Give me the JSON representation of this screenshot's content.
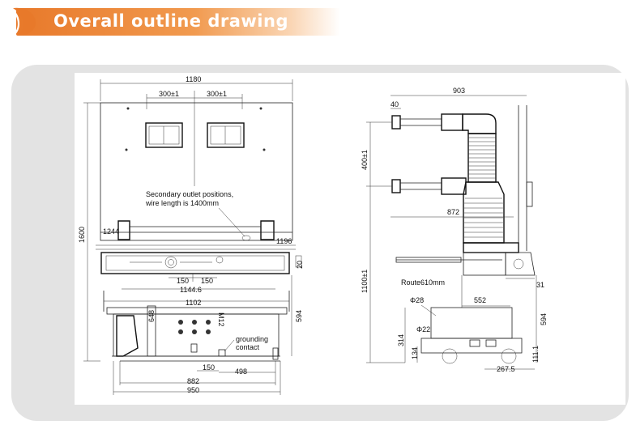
{
  "header": {
    "title": "Overall outline drawing",
    "accent_color": "#e8792a",
    "badge_icon": "swoosh-badge-icon"
  },
  "front_view": {
    "dim_width_top": "1180",
    "dim_pitch_left": "300±1",
    "dim_pitch_right": "300±1",
    "dim_height": "1600",
    "dim_1244": "1244",
    "dim_1196": "1196",
    "dim_150_left": "150",
    "dim_150_right": "150",
    "dim_1144": "1144.6",
    "dim_1102": "1102",
    "dim_648": "648",
    "dim_594": "594",
    "dim_150_bottom": "150",
    "dim_498": "498",
    "dim_882": "882",
    "dim_950": "950",
    "dim_small_20": "20",
    "dim_m12": "M12",
    "callout_secondary": "Secondary outlet positions,",
    "callout_wire": "wire length is 1400mm",
    "callout_grounding_1": "grounding",
    "callout_grounding_2": "contact"
  },
  "side_view": {
    "dim_903": "903",
    "dim_40": "40",
    "dim_400": "400±1",
    "dim_872": "872",
    "dim_1100": "1100±1",
    "route_label": "Route610mm",
    "dim_31": "31",
    "dim_phi28": "Φ28",
    "dim_552": "552",
    "dim_phi22": "Φ22",
    "dim_594": "594",
    "dim_314": "314",
    "dim_134": "134",
    "dim_111": "111.1",
    "dim_267": "267.5"
  }
}
